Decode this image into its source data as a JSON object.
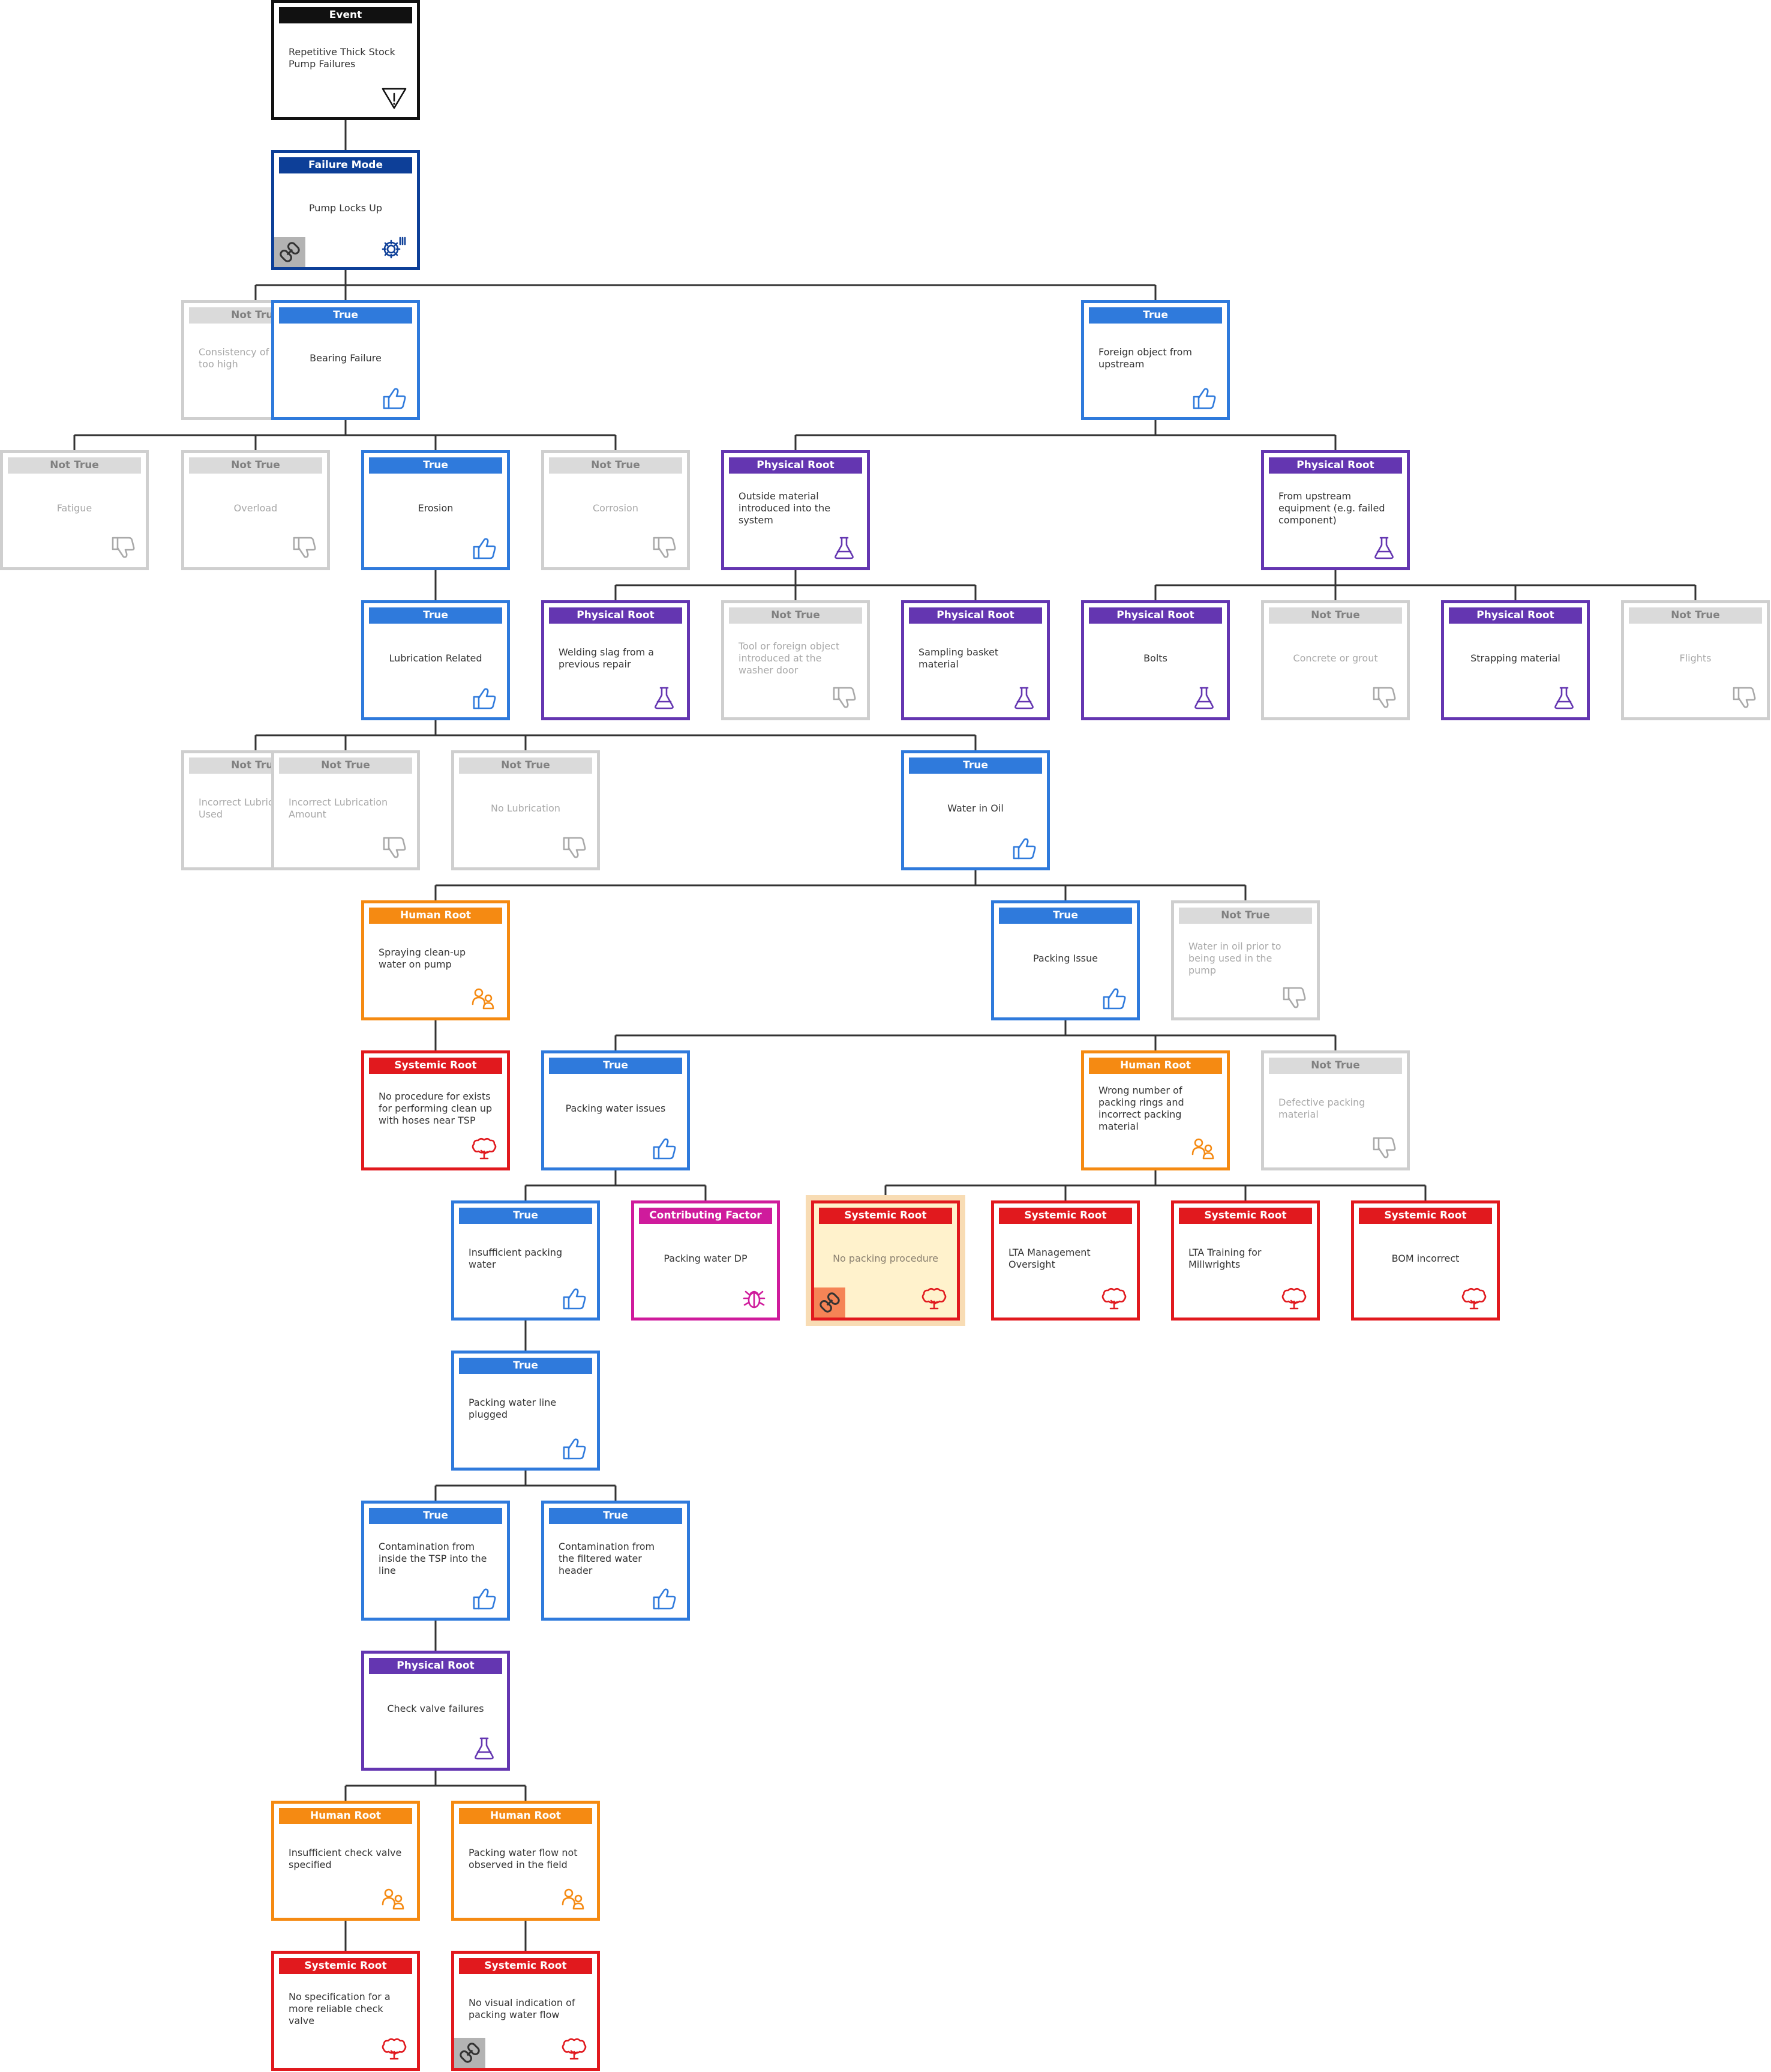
{
  "diagram": {
    "colors": {
      "event": "#111111",
      "failure_mode": "#0d3f98",
      "true": "#2f7adc",
      "not_true": "#cfcfcf",
      "physical_root": "#6436b1",
      "human_root": "#f58a12",
      "systemic_root": "#e1191e",
      "contributing_factor": "#cf1b9c",
      "connector": "#333333"
    },
    "nodes": [
      {
        "id": "n0",
        "type": "Event",
        "text": "Repetitive Thick Stock Pump Failures",
        "icon": "warning-triangle-icon",
        "parent": null
      },
      {
        "id": "n1",
        "type": "Failure Mode",
        "text": "Pump Locks Up",
        "icon": "gear-icon",
        "link": true,
        "parent": "n0"
      },
      {
        "id": "n2",
        "type": "Not True",
        "text": "Consistency of stock too high",
        "icon": "thumbs-down-icon",
        "parent": "n1"
      },
      {
        "id": "n3",
        "type": "True",
        "text": "Bearing Failure",
        "icon": "thumbs-up-icon",
        "parent": "n1"
      },
      {
        "id": "n4",
        "type": "True",
        "text": "Foreign object from upstream",
        "icon": "thumbs-up-icon",
        "parent": "n1"
      },
      {
        "id": "n5",
        "type": "Not True",
        "text": "Fatigue",
        "icon": "thumbs-down-icon",
        "parent": "n3"
      },
      {
        "id": "n6",
        "type": "Not True",
        "text": "Overload",
        "icon": "thumbs-down-icon",
        "parent": "n3"
      },
      {
        "id": "n7",
        "type": "True",
        "text": "Erosion",
        "icon": "thumbs-up-icon",
        "parent": "n3"
      },
      {
        "id": "n8",
        "type": "Not True",
        "text": "Corrosion",
        "icon": "thumbs-down-icon",
        "parent": "n3"
      },
      {
        "id": "n9",
        "type": "Physical Root",
        "text": "Outside material introduced into the system",
        "icon": "flask-icon",
        "parent": "n4"
      },
      {
        "id": "n10",
        "type": "Physical Root",
        "text": "From upstream equipment (e.g. failed component)",
        "icon": "flask-icon",
        "parent": "n4"
      },
      {
        "id": "n11",
        "type": "True",
        "text": "Lubrication Related",
        "icon": "thumbs-up-icon",
        "parent": "n7"
      },
      {
        "id": "n12",
        "type": "Physical Root",
        "text": "Welding slag from a previous repair",
        "icon": "flask-icon",
        "parent": "n9"
      },
      {
        "id": "n13",
        "type": "Not True",
        "text": "Tool or foreign object introduced at the washer door",
        "icon": "thumbs-down-icon",
        "parent": "n9"
      },
      {
        "id": "n14",
        "type": "Physical Root",
        "text": "Sampling basket material",
        "icon": "flask-icon",
        "parent": "n9"
      },
      {
        "id": "n15",
        "type": "Physical Root",
        "text": "Bolts",
        "icon": "flask-icon",
        "parent": "n10"
      },
      {
        "id": "n16",
        "type": "Not True",
        "text": "Concrete or grout",
        "icon": "thumbs-down-icon",
        "parent": "n10"
      },
      {
        "id": "n17",
        "type": "Physical Root",
        "text": "Strapping material",
        "icon": "flask-icon",
        "parent": "n10"
      },
      {
        "id": "n18",
        "type": "Not True",
        "text": "Flights",
        "icon": "thumbs-down-icon",
        "parent": "n10"
      },
      {
        "id": "n19",
        "type": "Not True",
        "text": "Incorrect Lubrication Used",
        "icon": "thumbs-down-icon",
        "parent": "n11"
      },
      {
        "id": "n20",
        "type": "Not True",
        "text": "Incorrect Lubrication Amount",
        "icon": "thumbs-down-icon",
        "parent": "n11"
      },
      {
        "id": "n21",
        "type": "Not True",
        "text": "No Lubrication",
        "icon": "thumbs-down-icon",
        "parent": "n11"
      },
      {
        "id": "n22",
        "type": "True",
        "text": "Water in Oil",
        "icon": "thumbs-up-icon",
        "parent": "n11"
      },
      {
        "id": "n23",
        "type": "Human Root",
        "text": "Spraying clean-up water on pump",
        "icon": "people-icon",
        "parent": "n22"
      },
      {
        "id": "n24",
        "type": "True",
        "text": "Packing Issue",
        "icon": "thumbs-up-icon",
        "parent": "n22"
      },
      {
        "id": "n25",
        "type": "Not True",
        "text": "Water in oil prior to being used in the pump",
        "icon": "thumbs-down-icon",
        "parent": "n22"
      },
      {
        "id": "n26",
        "type": "Systemic Root",
        "text": "No procedure for exists for performing clean up with hoses near TSP",
        "icon": "tree-icon",
        "parent": "n23"
      },
      {
        "id": "n27",
        "type": "True",
        "text": "Packing water issues",
        "icon": "thumbs-up-icon",
        "parent": "n24"
      },
      {
        "id": "n28",
        "type": "Human Root",
        "text": "Wrong number of packing rings and incorrect packing material",
        "icon": "people-icon",
        "parent": "n24"
      },
      {
        "id": "n29",
        "type": "Not True",
        "text": "Defective packing material",
        "icon": "thumbs-down-icon",
        "parent": "n24"
      },
      {
        "id": "n30",
        "type": "True",
        "text": "Insufficient packing water",
        "icon": "thumbs-up-icon",
        "parent": "n27"
      },
      {
        "id": "n31",
        "type": "Contributing Factor",
        "text": "Packing water DP",
        "icon": "bug-icon",
        "parent": "n27"
      },
      {
        "id": "n32",
        "type": "Systemic Root",
        "text": "No packing procedure",
        "icon": "tree-icon",
        "link": true,
        "highlight": true,
        "parent": "n28"
      },
      {
        "id": "n33",
        "type": "Systemic Root",
        "text": "LTA Management Oversight",
        "icon": "tree-icon",
        "parent": "n28"
      },
      {
        "id": "n34",
        "type": "Systemic Root",
        "text": "LTA Training for Millwrights",
        "icon": "tree-icon",
        "parent": "n28"
      },
      {
        "id": "n35",
        "type": "Systemic Root",
        "text": "BOM incorrect",
        "icon": "tree-icon",
        "parent": "n28"
      },
      {
        "id": "n36",
        "type": "True",
        "text": "Packing water line plugged",
        "icon": "thumbs-up-icon",
        "parent": "n30"
      },
      {
        "id": "n37",
        "type": "True",
        "text": "Contamination from inside the TSP into the line",
        "icon": "thumbs-up-icon",
        "parent": "n36"
      },
      {
        "id": "n38",
        "type": "True",
        "text": "Contamination from the filtered water header",
        "icon": "thumbs-up-icon",
        "parent": "n36"
      },
      {
        "id": "n39",
        "type": "Physical Root",
        "text": "Check valve failures",
        "icon": "flask-icon",
        "parent": "n37"
      },
      {
        "id": "n40",
        "type": "Human Root",
        "text": "Insufficient check valve specified",
        "icon": "people-icon",
        "parent": "n39"
      },
      {
        "id": "n41",
        "type": "Human Root",
        "text": "Packing water flow not observed in the field",
        "icon": "people-icon",
        "parent": "n39"
      },
      {
        "id": "n42",
        "type": "Systemic Root",
        "text": "No specification for a more reliable check valve",
        "icon": "tree-icon",
        "parent": "n40"
      },
      {
        "id": "n43",
        "type": "Systemic Root",
        "text": "No visual indication of packing water flow",
        "icon": "tree-icon",
        "link": true,
        "parent": "n41"
      }
    ]
  }
}
